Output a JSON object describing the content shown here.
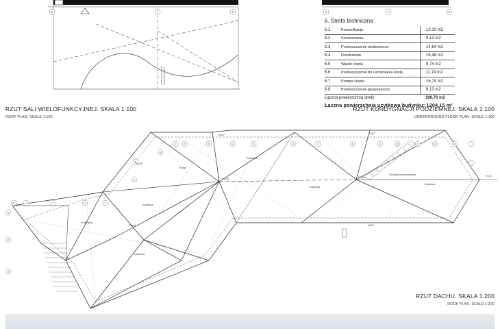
{
  "technical_zone": {
    "heading": "6. Strefa techniczna",
    "rows": [
      {
        "no": "6.1",
        "name": "Komunikacja",
        "area": "13,10 m2"
      },
      {
        "no": "6.2",
        "name": "Serwerownia",
        "area": "9,13 m2"
      },
      {
        "no": "6.3",
        "name": "Pomieszczenie wodomierza",
        "area": "14,64 m2"
      },
      {
        "no": "6.4",
        "name": "Rozdzielnia",
        "area": "16,48 m2"
      },
      {
        "no": "6.5",
        "name": "Węzeł ciepła",
        "area": "9,74 m2"
      },
      {
        "no": "6.6",
        "name": "Pomieszczenie do uzdatniania wody",
        "area": "11,74 m2"
      },
      {
        "no": "6.7",
        "name": "Pompa ciepła",
        "area": "16,74 m2"
      },
      {
        "no": "6.8",
        "name": "Pomieszczenie gospodarcze",
        "area": "9,13 m2"
      }
    ],
    "zone_total_label": "Łączna powierzchnia strefy:",
    "zone_total_value": "100,70 m2",
    "building_total": "Łączna powierzchnia użytkowa budynku: 1204,15 m²"
  },
  "titles": {
    "left_pl": "RZUT SALI WIELOFUNKCYJNEJ. SKALA 1:100",
    "left_en": "ROOF PLAN. SCALE 1:100",
    "right_pl": "RZUT KONDYGNACJI PODZIEMNEJ. SKALA 1:100",
    "right_en": "UNDERGROUND FLOOR PLAN. SCALE 1:100",
    "roof_pl": "RZUT DACHU. SKALA 1:200",
    "roof_en": "ROOF PLAN. SCALE 1:200"
  },
  "top_axes": [
    "6",
    "7",
    "8",
    "6",
    "7",
    "8"
  ],
  "roof_axes_top": [
    "1",
    "2",
    "3",
    "4",
    "5",
    "6",
    "7",
    "8",
    "9",
    "10",
    "11",
    "12",
    "13"
  ],
  "roof_axes_left": [
    "A",
    "B",
    "C",
    "D",
    "E",
    "F",
    "G"
  ],
  "roof_axes_bottom": [
    "1",
    "2",
    "3",
    "4"
  ],
  "roof_labels": {
    "level_a": "+8,07",
    "level_b": "+8,07",
    "level_c": "+8,07",
    "level_d": "+7,07",
    "level_e": "+3,00",
    "level_f": "+7,00",
    "level_g": "+4,50",
    "ridge": "Kalenica",
    "valley": "Koszt",
    "stairs": "Schody zamontowane"
  }
}
